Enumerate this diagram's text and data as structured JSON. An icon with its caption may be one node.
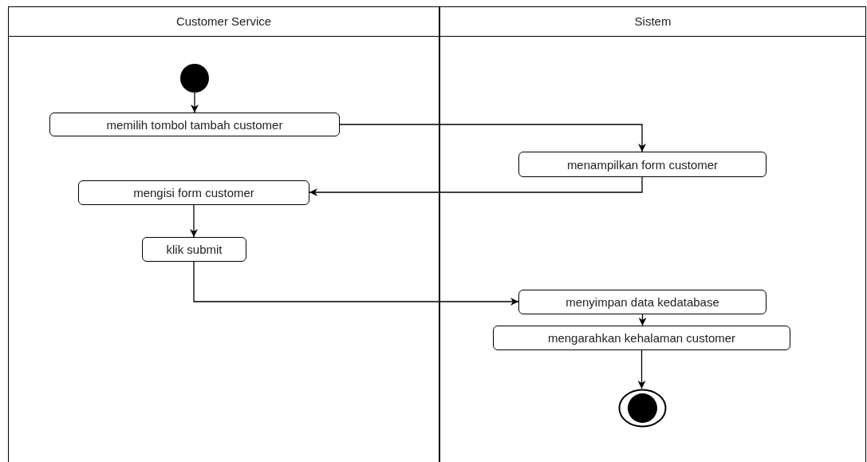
{
  "diagram": {
    "nodes": [
      {
        "text": [
          "Customer Service"
        ]
      },
      {
        "text": [
          "Sistem"
        ]
      },
      {
        "text": [],
        "shape": "circle",
        "in": 0
      },
      {
        "text": [
          "memilih tombol tambah customer"
        ],
        "in": 0
      },
      {
        "text": [
          "menampilkan form customer"
        ],
        "in": 1
      },
      {
        "text": [
          "mengisi form customer"
        ],
        "in": 0
      },
      {
        "text": [
          "klik submit"
        ],
        "in": 0
      },
      {
        "text": [
          "menyimpan data kedatabase"
        ],
        "in": 1
      },
      {
        "text": [
          "mengarahkan kehalaman customer"
        ],
        "in": 1
      },
      {
        "text": [],
        "shape": "bullseye",
        "in": 1
      }
    ],
    "edges": [
      {
        "from": 2,
        "to": 3,
        "arrow": "to"
      },
      {
        "from": 3,
        "to": 4,
        "arrow": "to"
      },
      {
        "from": 4,
        "to": 5,
        "arrow": "to"
      },
      {
        "from": 5,
        "to": 6,
        "arrow": "to"
      },
      {
        "from": 6,
        "to": 7,
        "arrow": "to"
      },
      {
        "from": 7,
        "to": 8,
        "arrow": "to"
      },
      {
        "from": 8,
        "to": 9,
        "arrow": "to"
      }
    ]
  }
}
